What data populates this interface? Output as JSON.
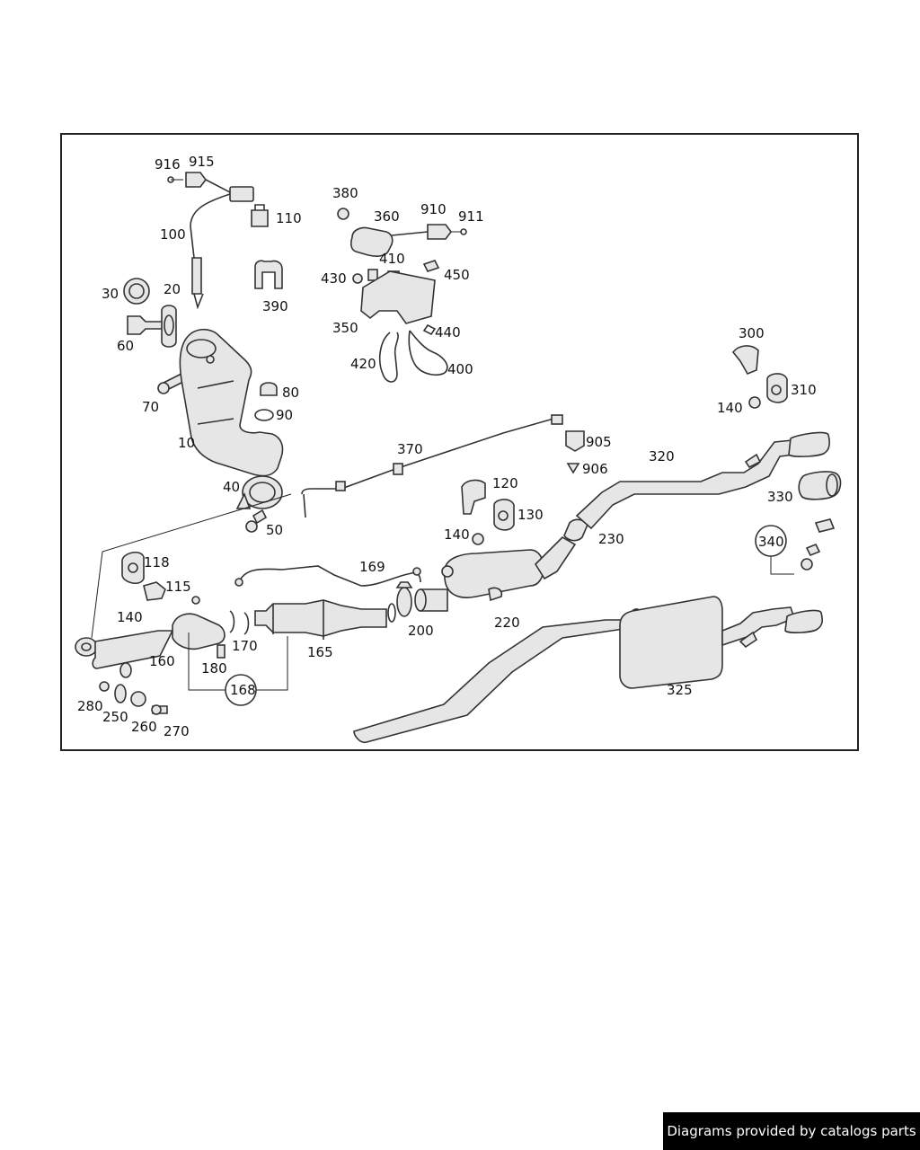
{
  "diagram": {
    "labels": {
      "l916": "916",
      "l915": "915",
      "l110": "110",
      "l100": "100",
      "l390": "390",
      "l30": "30",
      "l20": "20",
      "l60": "60",
      "l70": "70",
      "l80": "80",
      "l90": "90",
      "l10": "10",
      "l40": "40",
      "l50": "50",
      "l380": "380",
      "l360": "360",
      "l910": "910",
      "l911": "911",
      "l430": "430",
      "l410": "410",
      "l450": "450",
      "l350": "350",
      "l440": "440",
      "l420": "420",
      "l400": "400",
      "l370": "370",
      "l905": "905",
      "l906": "906",
      "l300": "300",
      "l310": "310",
      "l140a": "140",
      "l320": "320",
      "l330": "330",
      "l340": "340",
      "l120": "120",
      "l130": "130",
      "l140b": "140",
      "l230": "230",
      "l118": "118",
      "l115": "115",
      "l140c": "140",
      "l169": "169",
      "l200": "200",
      "l220": "220",
      "l160": "160",
      "l170": "170",
      "l180": "180",
      "l165": "165",
      "l168": "168",
      "l280": "280",
      "l250": "250",
      "l260": "260",
      "l270": "270",
      "l325": "325"
    }
  },
  "footer": {
    "text": "Diagrams provided by catalogs parts"
  }
}
